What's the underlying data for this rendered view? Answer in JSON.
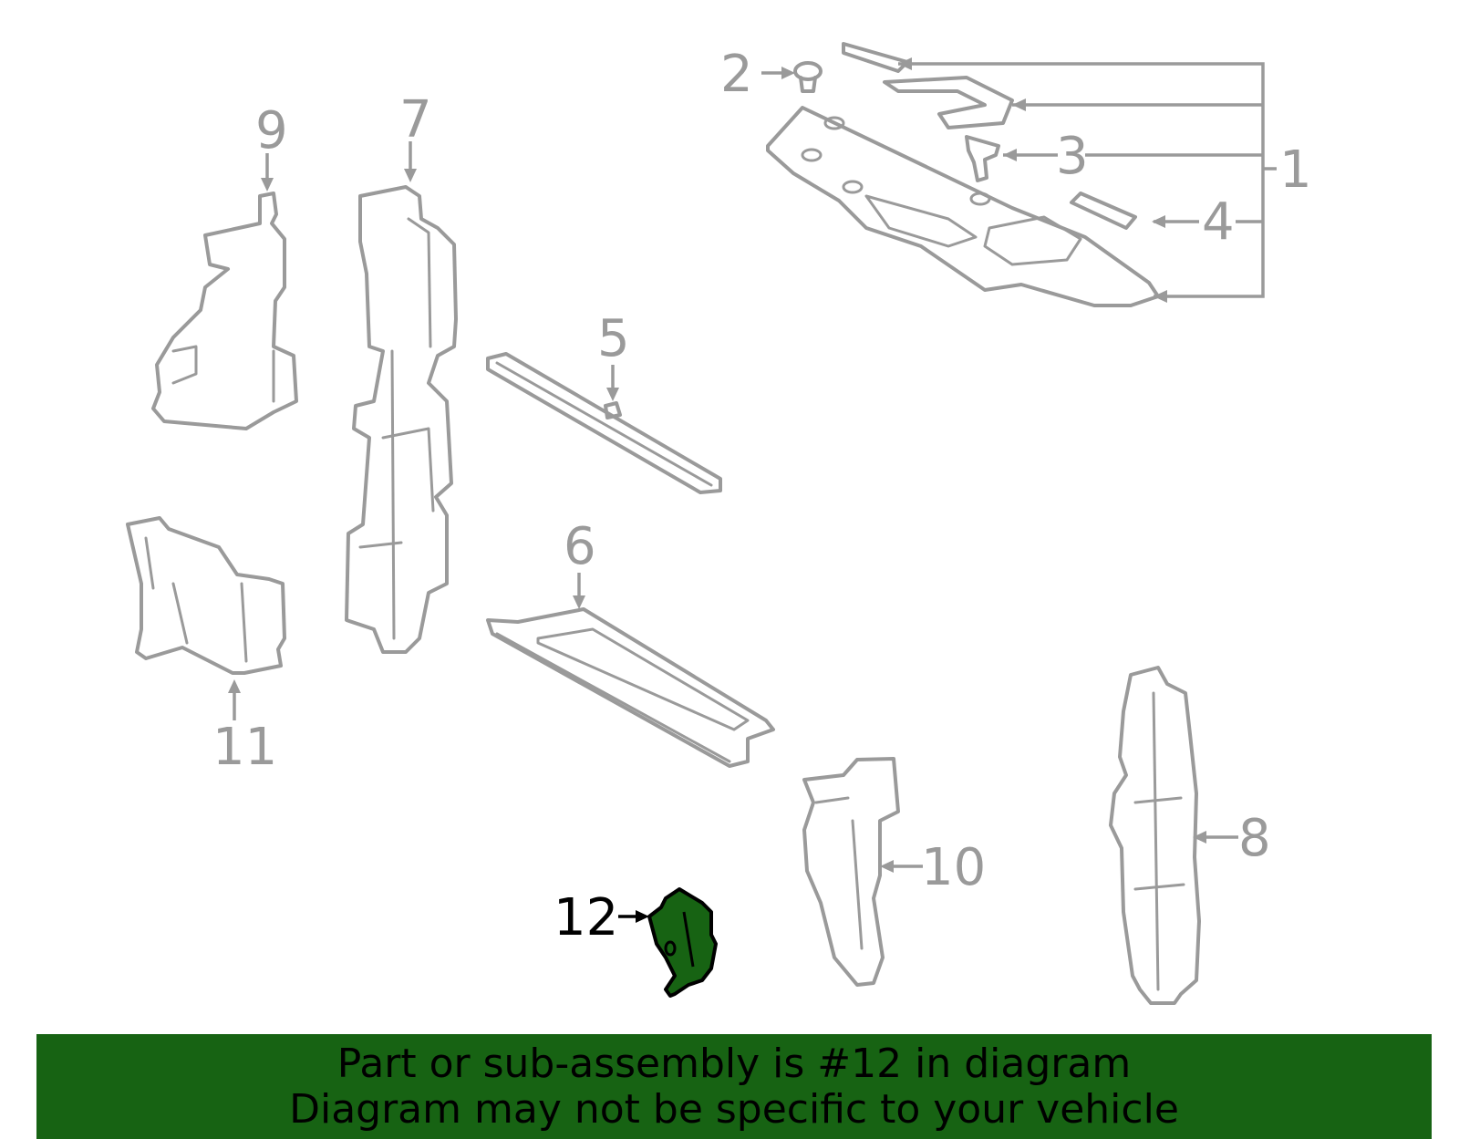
{
  "callouts": {
    "c1": "1",
    "c2": "2",
    "c3": "3",
    "c4": "4",
    "c5": "5",
    "c6": "6",
    "c7": "7",
    "c8": "8",
    "c9": "9",
    "c10": "10",
    "c11": "11",
    "c12": "12"
  },
  "highlighted_part": "12",
  "colors": {
    "highlight": "#176313",
    "line": "#9a9a9a",
    "banner": "#176313",
    "text_highlight": "#000000"
  },
  "banner": {
    "line1": "Part or sub-assembly is #12 in diagram",
    "line2": "Diagram may not be specific to your vehicle"
  }
}
